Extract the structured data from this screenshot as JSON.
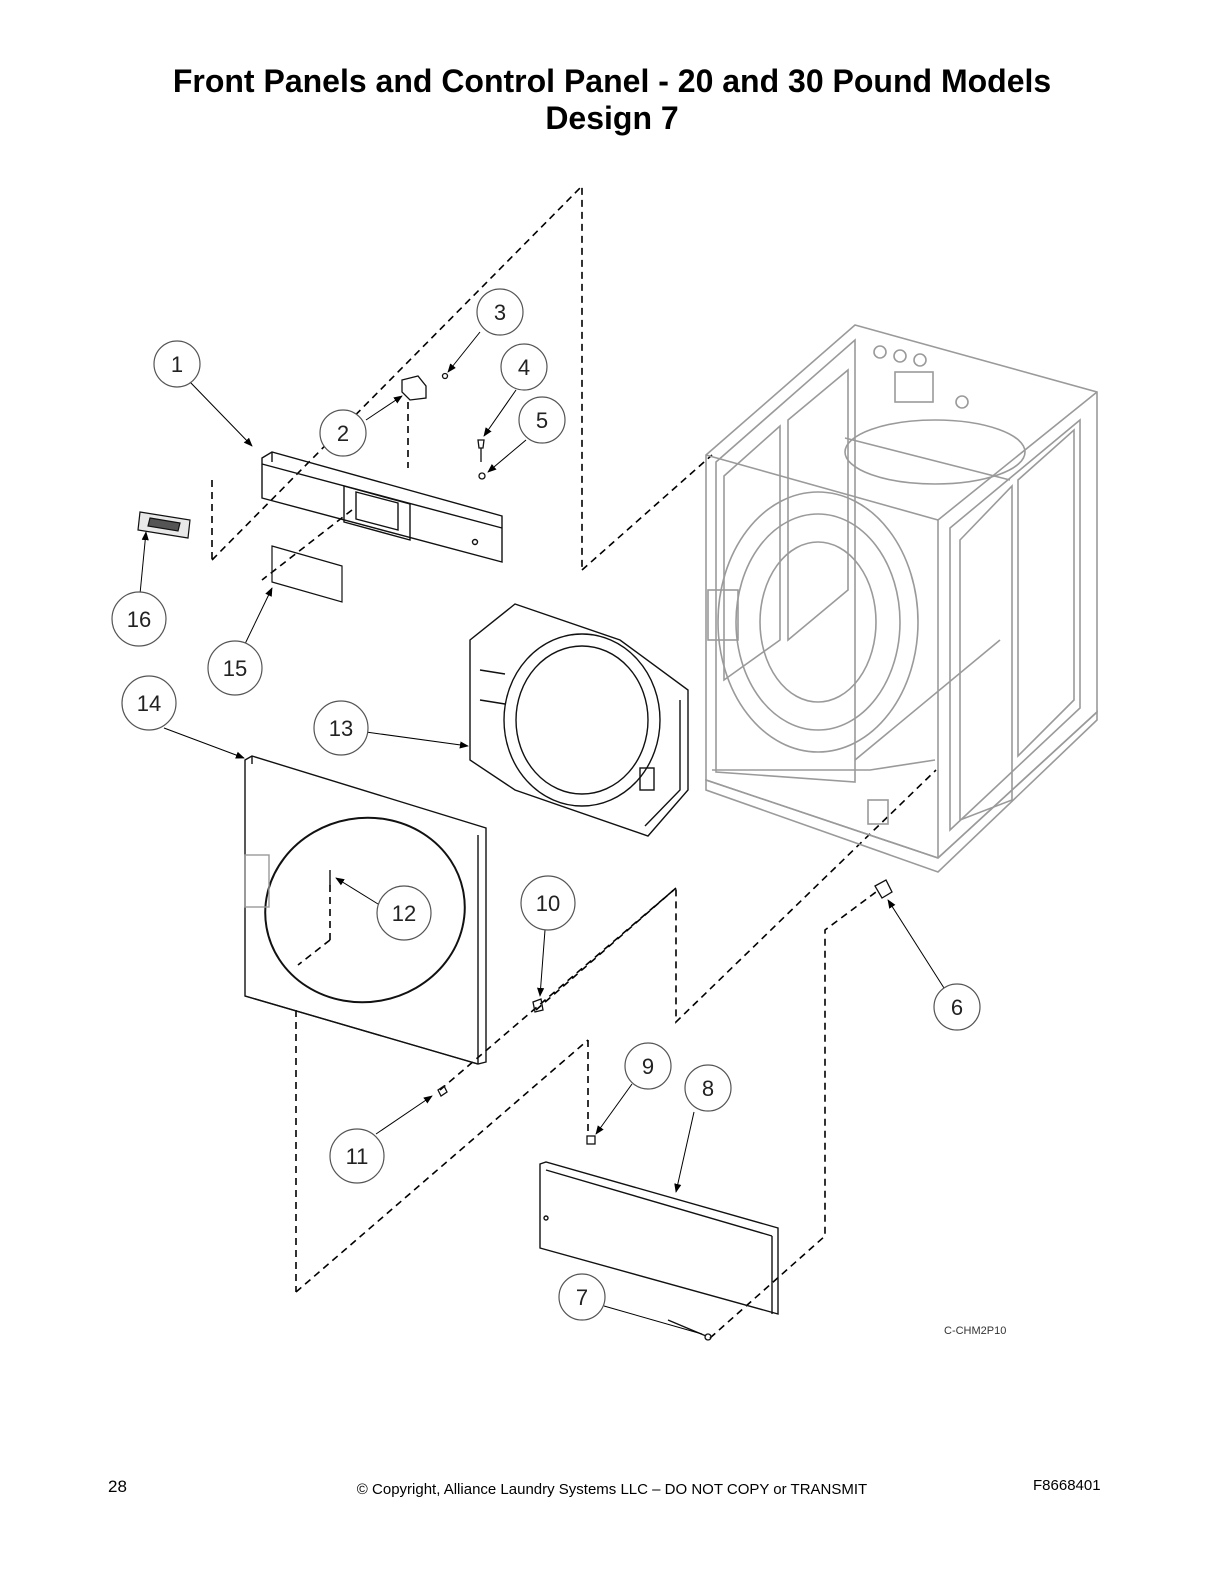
{
  "title": {
    "line1": "Front Panels and Control Panel - 20 and 30 Pound Models",
    "line2": "Design 7"
  },
  "callouts": [
    "1",
    "2",
    "3",
    "4",
    "5",
    "6",
    "7",
    "8",
    "9",
    "10",
    "11",
    "12",
    "13",
    "14",
    "15",
    "16"
  ],
  "drawing_code": "C-CHM2P10",
  "footer": {
    "page_number": "28",
    "copyright": "© Copyright, Alliance Laundry Systems LLC – DO NOT COPY or TRANSMIT",
    "doc_number": "F8668401"
  }
}
